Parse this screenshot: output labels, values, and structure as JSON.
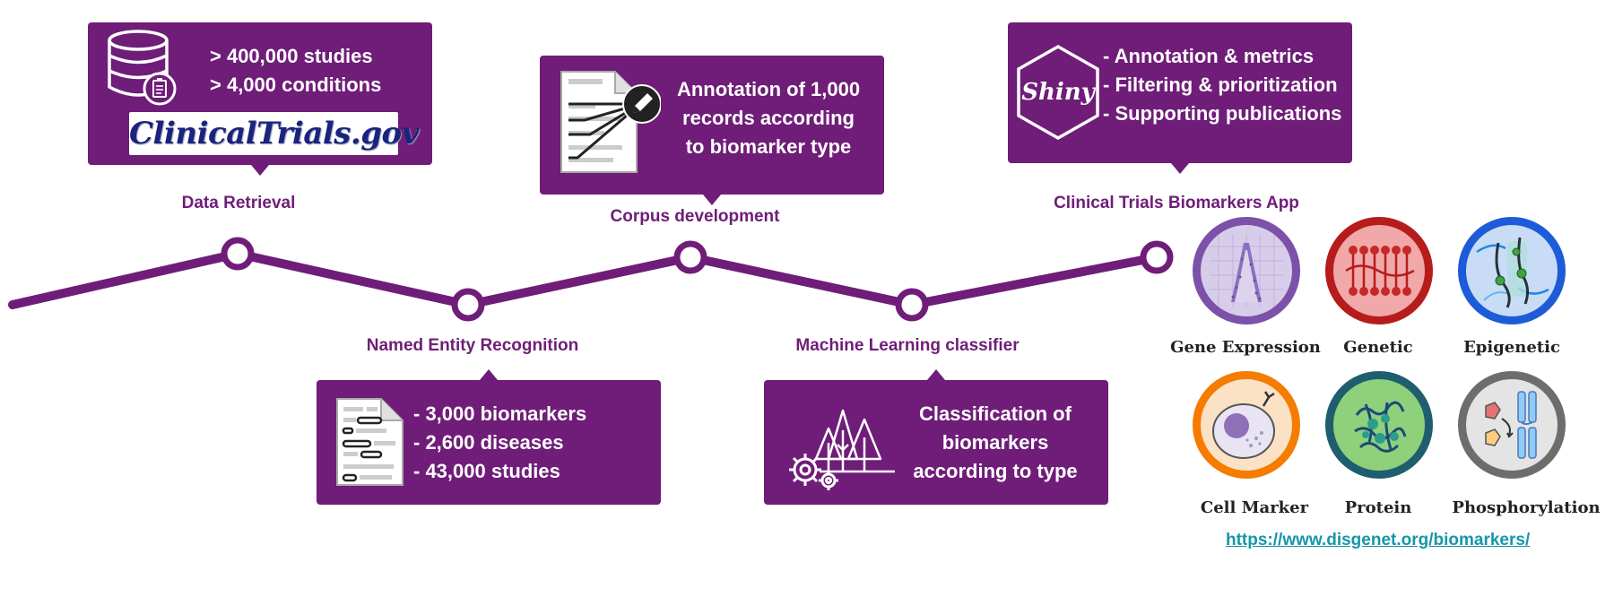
{
  "steps": [
    {
      "label": "Data Retrieval"
    },
    {
      "label": "Named Entity Recognition"
    },
    {
      "label": "Corpus development"
    },
    {
      "label": "Machine Learning classifier"
    },
    {
      "label": "Clinical Trials Biomarkers App"
    }
  ],
  "boxes": {
    "retrieval": {
      "lines": [
        "> 400,000 studies",
        "> 4,000 conditions"
      ],
      "logo_text": "ClinicalTrials.gov"
    },
    "ner": {
      "lines": [
        "- 3,000 biomarkers",
        "- 2,600 diseases",
        "- 43,000 studies"
      ]
    },
    "corpus": {
      "lines": [
        "Annotation of 1,000",
        "records according",
        "to biomarker type"
      ]
    },
    "ml": {
      "lines": [
        "Classification of",
        "biomarkers",
        "according to type"
      ]
    },
    "app": {
      "logo_text": "Shiny",
      "lines": [
        "- Annotation & metrics",
        "- Filtering & prioritization",
        "- Supporting publications"
      ]
    }
  },
  "biomarker_types": [
    {
      "label": "Gene Expression",
      "color": "#7b52a8",
      "icon": "volcano-plot-icon"
    },
    {
      "label": "Genetic",
      "color": "#b71c1c",
      "icon": "dna-icon"
    },
    {
      "label": "Epigenetic",
      "color": "#1e5bd8",
      "icon": "chromatin-icon"
    },
    {
      "label": "Cell Marker",
      "color": "#f57c00",
      "icon": "cell-icon"
    },
    {
      "label": "Protein",
      "color": "#1e5e6e",
      "icon": "protein-structure-icon"
    },
    {
      "label": "Phosphorylation",
      "color": "#6d6d6d",
      "icon": "phosphorylation-icon"
    }
  ],
  "url": "https://www.disgenet.org/biomarkers/",
  "colors": {
    "primary": "#6f1d78",
    "link": "#1796a8"
  }
}
